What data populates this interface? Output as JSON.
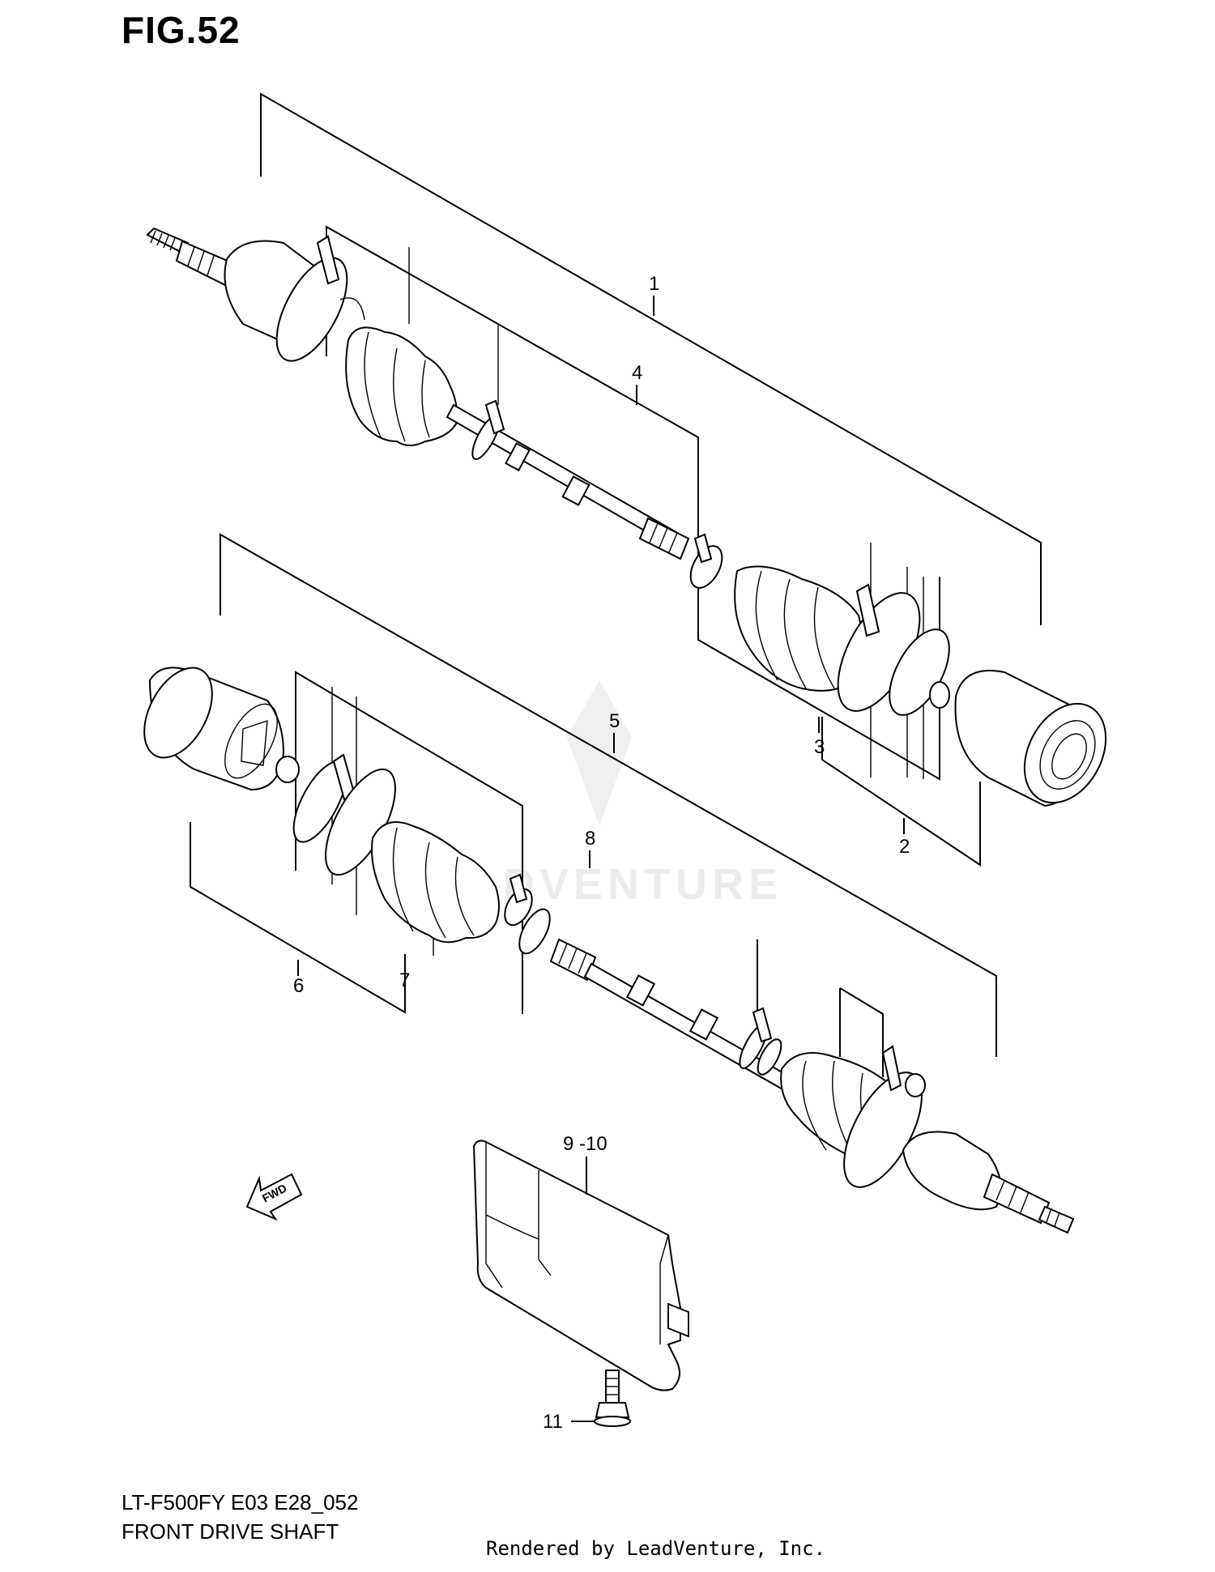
{
  "figure": {
    "title": "FIG.52"
  },
  "callouts": {
    "c1": "1",
    "c2": "2",
    "c3": "3",
    "c4": "4",
    "c5": "5",
    "c6": "6",
    "c7": "7",
    "c8": "8",
    "c9_10": "9 -10",
    "c11": "11"
  },
  "fwd_arrow": {
    "label": "FWD",
    "icon": "fwd-arrow-icon"
  },
  "watermark": {
    "text": "LEADVENTURE",
    "icon": "leadventure-logo-icon"
  },
  "footer": {
    "model": "LT-F500FY E03 E28_052",
    "title": "FRONT DRIVE SHAFT",
    "credit": "Rendered by LeadVenture, Inc."
  }
}
